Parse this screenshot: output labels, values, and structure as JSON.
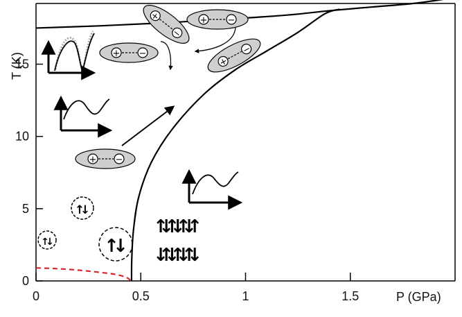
{
  "chart_data": {
    "type": "line",
    "title": "",
    "xlabel": "P (GPa)",
    "ylabel": "T (K)",
    "xlim": [
      0,
      2.0
    ],
    "ylim": [
      0,
      19.2
    ],
    "x_ticks": [
      {
        "value": 0,
        "label": "0"
      },
      {
        "value": 0.5,
        "label": "0.5"
      },
      {
        "value": 1,
        "label": "1"
      },
      {
        "value": 1.5,
        "label": "1.5"
      }
    ],
    "y_ticks": [
      {
        "value": 0,
        "label": "0"
      },
      {
        "value": 5,
        "label": "5"
      },
      {
        "value": 10,
        "label": "10"
      },
      {
        "value": 15,
        "label": "15"
      }
    ],
    "series": [
      {
        "style": "solid",
        "color": "#000000",
        "points": [
          [
            0,
            17.5
          ],
          [
            0.3,
            17.65
          ],
          [
            0.6,
            17.85
          ],
          [
            0.9,
            18.1
          ],
          [
            1.2,
            18.4
          ],
          [
            1.4,
            18.7
          ],
          [
            1.6,
            18.95
          ],
          [
            1.8,
            19.2
          ],
          [
            1.95,
            19.5
          ]
        ]
      },
      {
        "style": "solid",
        "color": "#000000",
        "points": [
          [
            0.456,
            0
          ],
          [
            0.457,
            1.5
          ],
          [
            0.465,
            3.5
          ],
          [
            0.49,
            5.8
          ],
          [
            0.55,
            8.2
          ],
          [
            0.65,
            10.5
          ],
          [
            0.8,
            12.9
          ],
          [
            0.95,
            14.6
          ],
          [
            1.1,
            15.9
          ],
          [
            1.25,
            17.2
          ],
          [
            1.38,
            18.5
          ],
          [
            1.45,
            18.8
          ]
        ]
      },
      {
        "style": "dashed",
        "color": "#d8262c",
        "points": [
          [
            0,
            0.9
          ],
          [
            0.1,
            0.85
          ],
          [
            0.2,
            0.75
          ],
          [
            0.3,
            0.6
          ],
          [
            0.38,
            0.45
          ],
          [
            0.43,
            0.25
          ],
          [
            0.45,
            0.05
          ]
        ]
      }
    ],
    "annotations": {
      "ion_pair_symbols": {
        "plus": "+",
        "minus": "−"
      },
      "spin_symbols": {
        "up": "↑",
        "down": "↓"
      }
    }
  }
}
